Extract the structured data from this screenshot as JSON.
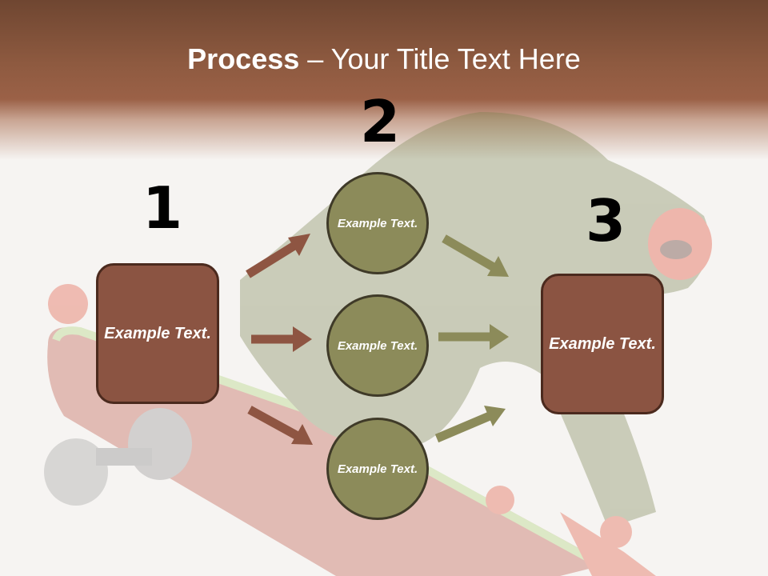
{
  "title": {
    "bold": "Process",
    "rest": " – Your Title Text Here"
  },
  "steps": [
    {
      "number": "1",
      "box_text": "Example Text."
    },
    {
      "number": "2",
      "circle_texts": [
        "Example Text.",
        "Example Text.",
        "Example Text."
      ]
    },
    {
      "number": "3",
      "box_text": "Example Text."
    }
  ],
  "colors": {
    "header": "#8e5a40",
    "box_fill": "#8b5442",
    "circle_fill": "#8c8b5a",
    "arrow_brown": "#8e5542",
    "arrow_olive": "#8c8b5a"
  }
}
